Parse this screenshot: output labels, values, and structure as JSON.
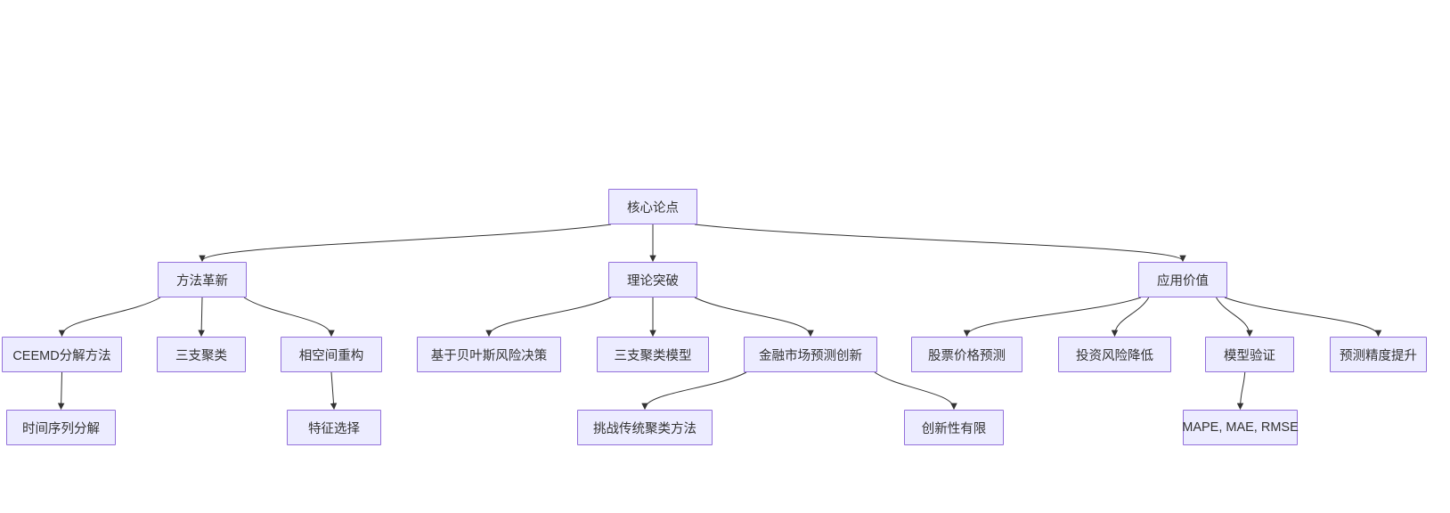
{
  "diagram": {
    "type": "flowchart",
    "direction": "top-down",
    "colors": {
      "node_fill": "#ECECFF",
      "node_border": "#9370DB",
      "edge": "#333333",
      "text": "#333333",
      "background": "#ffffff"
    },
    "nodes": [
      {
        "id": "root",
        "label": "核心论点"
      },
      {
        "id": "m",
        "label": "方法革新"
      },
      {
        "id": "t",
        "label": "理论突破"
      },
      {
        "id": "a",
        "label": "应用价值"
      },
      {
        "id": "ceemd",
        "label": "CEEMD分解方法"
      },
      {
        "id": "sz",
        "label": "三支聚类"
      },
      {
        "id": "xk",
        "label": "相空间重构"
      },
      {
        "id": "bayes",
        "label": "基于贝叶斯风险决策"
      },
      {
        "id": "szm",
        "label": "三支聚类模型"
      },
      {
        "id": "fin",
        "label": "金融市场预测创新"
      },
      {
        "id": "stock",
        "label": "股票价格预测"
      },
      {
        "id": "risk",
        "label": "投资风险降低"
      },
      {
        "id": "valid",
        "label": "模型验证"
      },
      {
        "id": "acc",
        "label": "预测精度提升"
      },
      {
        "id": "ts",
        "label": "时间序列分解"
      },
      {
        "id": "feat",
        "label": "特征选择"
      },
      {
        "id": "chall",
        "label": "挑战传统聚类方法"
      },
      {
        "id": "innov",
        "label": "创新性有限"
      },
      {
        "id": "mape",
        "label": "MAPE, MAE, RMSE"
      }
    ],
    "edges": [
      {
        "from": "root",
        "to": "m"
      },
      {
        "from": "root",
        "to": "t"
      },
      {
        "from": "root",
        "to": "a"
      },
      {
        "from": "m",
        "to": "ceemd"
      },
      {
        "from": "m",
        "to": "sz"
      },
      {
        "from": "m",
        "to": "xk"
      },
      {
        "from": "t",
        "to": "bayes"
      },
      {
        "from": "t",
        "to": "szm"
      },
      {
        "from": "t",
        "to": "fin"
      },
      {
        "from": "a",
        "to": "stock"
      },
      {
        "from": "a",
        "to": "risk"
      },
      {
        "from": "a",
        "to": "valid"
      },
      {
        "from": "a",
        "to": "acc"
      },
      {
        "from": "ceemd",
        "to": "ts"
      },
      {
        "from": "xk",
        "to": "feat"
      },
      {
        "from": "fin",
        "to": "chall"
      },
      {
        "from": "fin",
        "to": "innov"
      },
      {
        "from": "valid",
        "to": "mape"
      }
    ]
  }
}
